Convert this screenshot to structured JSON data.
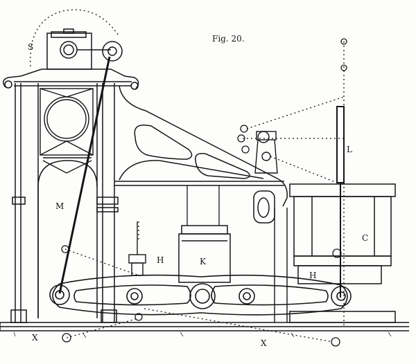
{
  "figure": {
    "title": "Fig. 20.",
    "labels": {
      "S": "S",
      "M": "M",
      "L": "L",
      "C": "C",
      "H_left": "H",
      "H_right": "H",
      "K": "K",
      "X_left": "X",
      "X_right": "X"
    }
  },
  "colors": {
    "ink": "#151515",
    "paper": "#fdfdfb"
  }
}
